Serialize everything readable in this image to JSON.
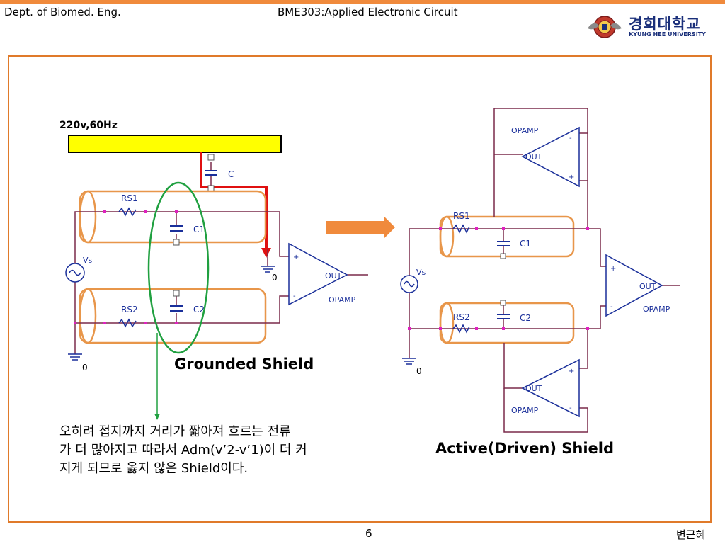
{
  "header": {
    "dept": "Dept. of Biomed. Eng.",
    "course": "BME303:Applied Electronic Circuit",
    "logo_kr": "경희대학교",
    "logo_en": "KYUNG HEE UNIVERSITY"
  },
  "left_diagram": {
    "source_label": "220v,60Hz",
    "cap_c": "C",
    "rs1": "RS1",
    "c1": "C1",
    "rs2": "RS2",
    "c2": "C2",
    "vs": "Vs",
    "ground_mid": "0",
    "ground_left": "0",
    "opamp_out": "OUT",
    "opamp_name": "OPAMP",
    "plus": "+",
    "minus": "-"
  },
  "right_diagram": {
    "top_opamp_name": "OPAMP",
    "top_opamp_out": "OUT",
    "rs1": "RS1",
    "c1": "C1",
    "rs2": "RS2",
    "c2": "C2",
    "vs": "Vs",
    "ground": "0",
    "main_opamp_out": "OUT",
    "main_opamp_name": "OPAMP",
    "bottom_opamp_out": "OUT",
    "bottom_opamp_name": "OPAMP",
    "plus": "+",
    "minus": "-"
  },
  "captions": {
    "grounded": "Grounded Shield",
    "active": "Active(Driven) Shield"
  },
  "note": {
    "line1": "오히려 접지까지 거리가 짧아져 흐르는 전류",
    "line2": "가 더 많아지고 따라서 Adm(v’2-v’1)이 더 커",
    "line3": "지게 되므로 옳지 않은 Shield이다."
  },
  "footer": {
    "page": "6",
    "author": "변근혜"
  },
  "colors": {
    "accent": "#f08a3c",
    "shield_orange": "#e8964a",
    "wire_purple": "#7a2a4a",
    "component_blue": "#1a2f9a",
    "node_magenta": "#e020c0",
    "highlight_red": "#e01010",
    "ellipse_green": "#20a040",
    "source_yellow": "#ffff00"
  }
}
